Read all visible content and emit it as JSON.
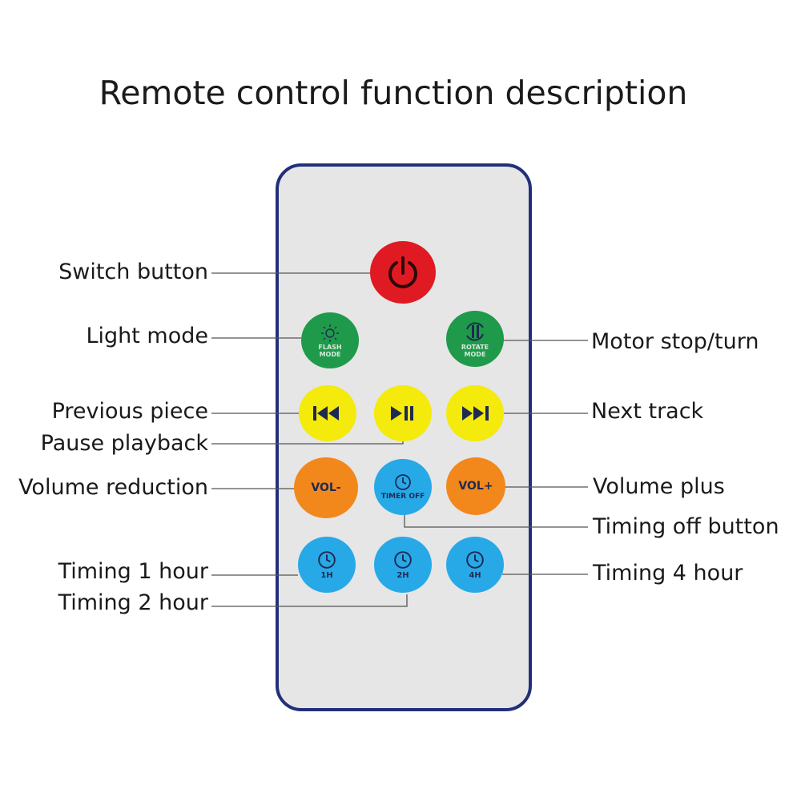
{
  "title": "Remote control function description",
  "labels": {
    "switch": "Switch button",
    "light_mode": "Light mode",
    "motor": "Motor stop/turn",
    "previous": "Previous piece",
    "next": "Next track",
    "pause": "Pause playback",
    "vol_down": "Volume reduction",
    "vol_up": "Volume plus",
    "timer_off": "Timing off button",
    "t1": "Timing 1 hour",
    "t2": "Timing 2 hour",
    "t4": "Timing 4 hour"
  },
  "buttons": {
    "flash_line1": "FLASH",
    "flash_line2": "MODE",
    "rotate_line1": "ROTATE",
    "rotate_line2": "MODE",
    "vol_down": "VOL-",
    "vol_up": "VOL+",
    "timer_off": "TIMER OFF",
    "t1": "1H",
    "t2": "2H",
    "t4": "4H"
  },
  "colors": {
    "power": "#e01a22",
    "mode": "#1f9a4a",
    "media": "#f4ea0c",
    "volume": "#f2881c",
    "timer": "#27a9e8",
    "remote_border": "#22307a",
    "remote_body": "#e6e6e6"
  }
}
